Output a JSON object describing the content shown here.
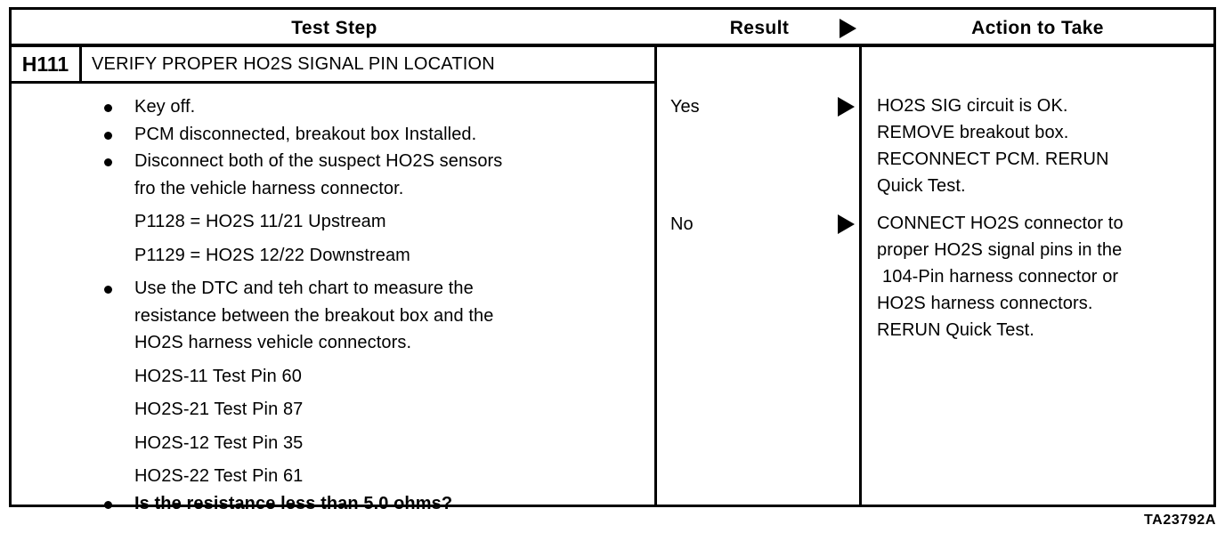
{
  "table": {
    "columns": [
      {
        "id": "test-step",
        "label": "Test Step"
      },
      {
        "id": "result",
        "label": "Result"
      },
      {
        "id": "action",
        "label": "Action to Take"
      }
    ],
    "step": {
      "id": "H111",
      "title": "VERIFY PROPER HO2S SIGNAL PIN LOCATION",
      "lines": [
        {
          "text": "Key off.",
          "bullet": true,
          "bold": false
        },
        {
          "text": "PCM disconnected, breakout box Installed.",
          "bullet": true,
          "bold": false
        },
        {
          "text": "Disconnect both of the suspect HO2S sensors",
          "bullet": true,
          "bold": false
        },
        {
          "text": "fro the vehicle harness connector.",
          "bullet": false,
          "bold": false
        },
        {
          "text": "P1128 = HO2S 11/21 Upstream",
          "bullet": false,
          "bold": false
        },
        {
          "text": "P1129 = HO2S 12/22 Downstream",
          "bullet": false,
          "bold": false
        },
        {
          "text": "Use the DTC and teh chart to measure the",
          "bullet": true,
          "bold": false
        },
        {
          "text": "resistance between the breakout box and the",
          "bullet": false,
          "bold": false
        },
        {
          "text": "HO2S harness vehicle connectors.",
          "bullet": false,
          "bold": false
        },
        {
          "text": "HO2S-11 Test Pin 60",
          "bullet": false,
          "bold": false
        },
        {
          "text": "HO2S-21 Test Pin 87",
          "bullet": false,
          "bold": false
        },
        {
          "text": "HO2S-12 Test Pin 35",
          "bullet": false,
          "bold": false
        },
        {
          "text": "HO2S-22 Test Pin 61",
          "bullet": false,
          "bold": false
        },
        {
          "text": "Is the resistance less than 5.0 ohms?",
          "bullet": true,
          "bold": true
        }
      ]
    },
    "branches": [
      {
        "result": "Yes",
        "arrow": "right-triangle-icon",
        "action_lines": [
          "HO2S SIG circuit is OK.",
          "REMOVE breakout box.",
          "RECONNECT PCM. RERUN",
          "Quick Test."
        ]
      },
      {
        "result": "No",
        "arrow": "right-triangle-icon",
        "action_lines": [
          "CONNECT HO2S connector to",
          "proper HO2S signal pins in the",
          "104-Pin harness connector or",
          "HO2S harness connectors.",
          "RERUN Quick Test."
        ]
      }
    ]
  },
  "figure_code": "TA23792A",
  "colors": {
    "ink": "#000000",
    "paper": "#ffffff"
  }
}
